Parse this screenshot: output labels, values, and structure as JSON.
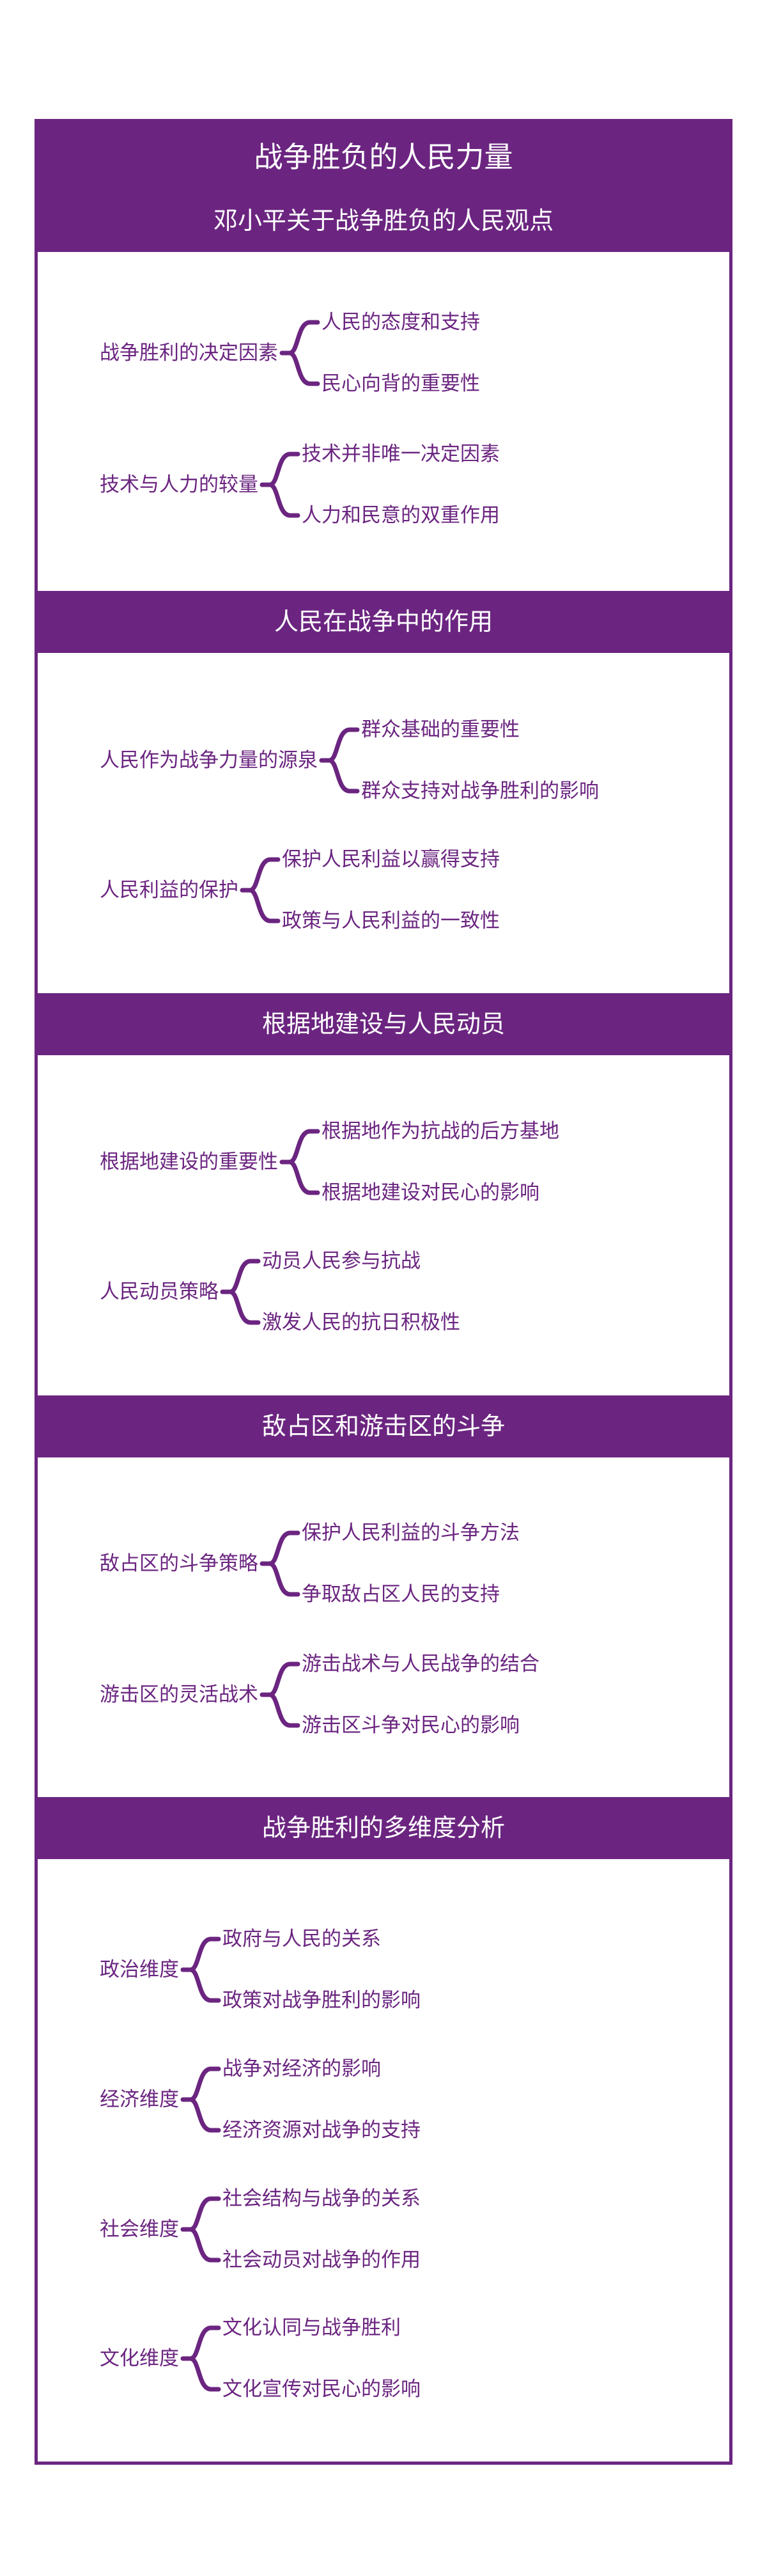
{
  "title": "战争胜负的人民力量",
  "colors": {
    "accent": "#6b2580",
    "background": "#ffffff",
    "heading_text": "#ffffff"
  },
  "sections": [
    {
      "heading": "邓小平关于战争胜负的人民观点",
      "groups": [
        {
          "label": "战争胜利的决定因素",
          "children": [
            "人民的态度和支持",
            "民心向背的重要性"
          ]
        },
        {
          "label": "技术与人力的较量",
          "children": [
            "技术并非唯一决定因素",
            "人力和民意的双重作用"
          ]
        }
      ]
    },
    {
      "heading": "人民在战争中的作用",
      "groups": [
        {
          "label": "人民作为战争力量的源泉",
          "children": [
            "群众基础的重要性",
            "群众支持对战争胜利的影响"
          ]
        },
        {
          "label": "人民利益的保护",
          "children": [
            "保护人民利益以赢得支持",
            "政策与人民利益的一致性"
          ]
        }
      ]
    },
    {
      "heading": "根据地建设与人民动员",
      "groups": [
        {
          "label": "根据地建设的重要性",
          "children": [
            "根据地作为抗战的后方基地",
            "根据地建设对民心的影响"
          ]
        },
        {
          "label": "人民动员策略",
          "children": [
            "动员人民参与抗战",
            "激发人民的抗日积极性"
          ]
        }
      ]
    },
    {
      "heading": "敌占区和游击区的斗争",
      "groups": [
        {
          "label": "敌占区的斗争策略",
          "children": [
            "保护人民利益的斗争方法",
            "争取敌占区人民的支持"
          ]
        },
        {
          "label": "游击区的灵活战术",
          "children": [
            "游击战术与人民战争的结合",
            "游击区斗争对民心的影响"
          ]
        }
      ]
    },
    {
      "heading": "战争胜利的多维度分析",
      "groups": [
        {
          "label": "政治维度",
          "children": [
            "政府与人民的关系",
            "政策对战争胜利的影响"
          ]
        },
        {
          "label": "经济维度",
          "children": [
            "战争对经济的影响",
            "经济资源对战争的支持"
          ]
        },
        {
          "label": "社会维度",
          "children": [
            "社会结构与战争的关系",
            "社会动员对战争的作用"
          ]
        },
        {
          "label": "文化维度",
          "children": [
            "文化认同与战争胜利",
            "文化宣传对民心的影响"
          ]
        }
      ]
    }
  ]
}
